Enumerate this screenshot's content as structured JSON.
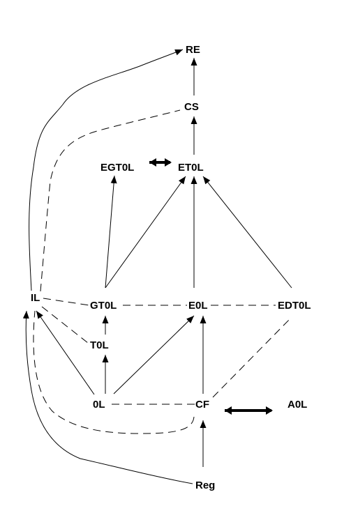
{
  "diagram": {
    "nodes": {
      "re": "RE",
      "cs": "CS",
      "egt0l": "EGT0L",
      "et0l": "ET0L",
      "il": "IL",
      "gt0l": "GT0L",
      "e0l": "E0L",
      "edt0l": "EDT0L",
      "t0l": "T0L",
      "zero_l": "0L",
      "cf": "CF",
      "a0l": "A0L",
      "reg": "Reg"
    },
    "relations": {
      "inclusions": [
        [
          "cs",
          "re"
        ],
        [
          "et0l",
          "cs"
        ],
        [
          "gt0l",
          "egt0l"
        ],
        [
          "gt0l",
          "et0l"
        ],
        [
          "e0l",
          "et0l"
        ],
        [
          "edt0l",
          "et0l"
        ],
        [
          "t0l",
          "gt0l"
        ],
        [
          "zero_l",
          "t0l"
        ],
        [
          "zero_l",
          "e0l"
        ],
        [
          "zero_l",
          "il"
        ],
        [
          "cf",
          "e0l"
        ],
        [
          "reg",
          "cf"
        ],
        [
          "reg",
          "il"
        ],
        [
          "il",
          "re"
        ]
      ],
      "equivalences": [
        [
          "egt0l",
          "et0l"
        ],
        [
          "cf",
          "a0l"
        ]
      ],
      "incomparable": [
        [
          "il",
          "gt0l"
        ],
        [
          "gt0l",
          "e0l"
        ],
        [
          "e0l",
          "edt0l"
        ],
        [
          "il",
          "t0l"
        ],
        [
          "zero_l",
          "cf"
        ],
        [
          "cf",
          "edt0l"
        ],
        [
          "cf",
          "il"
        ],
        [
          "il",
          "cs"
        ]
      ]
    },
    "colors": {
      "ink": "#000000",
      "background": "#ffffff"
    }
  }
}
